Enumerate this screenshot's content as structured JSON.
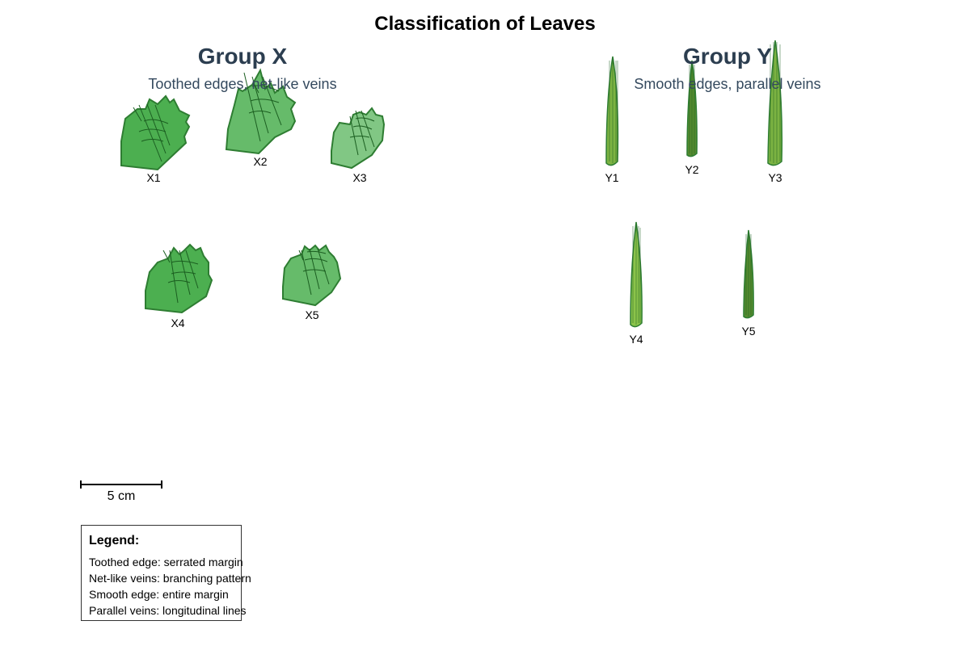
{
  "title": "Classification of Leaves",
  "groups": [
    {
      "title": "Group X",
      "subtitle": "Toothed edges, net-like veins",
      "leaves": [
        {
          "label": "X1",
          "color": "#4caf50"
        },
        {
          "label": "X2",
          "color": "#66bb6a"
        },
        {
          "label": "X3",
          "color": "#81c784"
        },
        {
          "label": "X4",
          "color": "#4caf50"
        },
        {
          "label": "X5",
          "color": "#66bb6a"
        }
      ]
    },
    {
      "title": "Group Y",
      "subtitle": "Smooth edges, parallel veins",
      "leaves": [
        {
          "label": "Y1",
          "color": "#7cb342"
        },
        {
          "label": "Y2",
          "color": "#558b2f"
        },
        {
          "label": "Y3",
          "color": "#7cb342"
        },
        {
          "label": "Y4",
          "color": "#8bc34a"
        },
        {
          "label": "Y5",
          "color": "#558b2f"
        }
      ]
    }
  ],
  "scale_bar": {
    "label": "5 cm"
  },
  "legend": {
    "title": "Legend:",
    "items": [
      "Toothed edge: serrated margin",
      "Net-like veins: branching pattern",
      "Smooth edge: entire margin",
      "Parallel veins: longitudinal lines"
    ]
  },
  "colors": {
    "outline": "#2e7d32",
    "vein": "#1b5e20",
    "heading": "#2c3e50"
  }
}
